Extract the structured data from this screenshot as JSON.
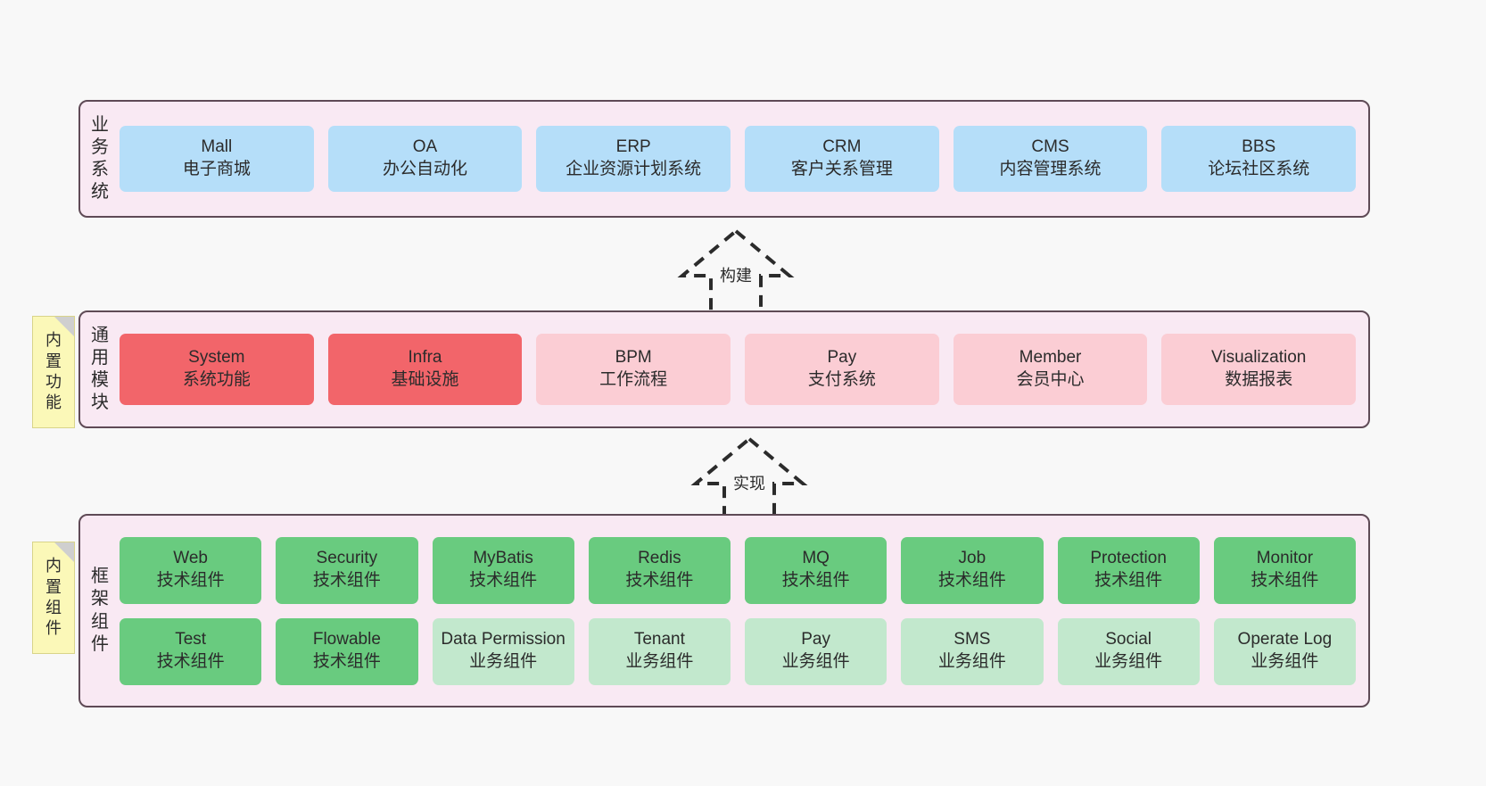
{
  "layers": [
    {
      "key": "business",
      "title_chars": [
        "业",
        "务",
        "系",
        "统"
      ],
      "rows": [
        [
          {
            "name": "Mall",
            "desc": "电子商城",
            "style": "blue"
          },
          {
            "name": "OA",
            "desc": "办公自动化",
            "style": "blue"
          },
          {
            "name": "ERP",
            "desc": "企业资源计划系统",
            "style": "blue"
          },
          {
            "name": "CRM",
            "desc": "客户关系管理",
            "style": "blue"
          },
          {
            "name": "CMS",
            "desc": "内容管理系统",
            "style": "blue"
          },
          {
            "name": "BBS",
            "desc": "论坛社区系统",
            "style": "blue"
          }
        ]
      ]
    },
    {
      "key": "common",
      "title_chars": [
        "通",
        "用",
        "模",
        "块"
      ],
      "rows": [
        [
          {
            "name": "System",
            "desc": "系统功能",
            "style": "red-strong"
          },
          {
            "name": "Infra",
            "desc": "基础设施",
            "style": "red-strong"
          },
          {
            "name": "BPM",
            "desc": "工作流程",
            "style": "red-light"
          },
          {
            "name": "Pay",
            "desc": "支付系统",
            "style": "red-light"
          },
          {
            "name": "Member",
            "desc": "会员中心",
            "style": "red-light"
          },
          {
            "name": "Visualization",
            "desc": "数据报表",
            "style": "red-light"
          }
        ]
      ]
    },
    {
      "key": "framework",
      "title_chars": [
        "框",
        "架",
        "组",
        "件"
      ],
      "rows": [
        [
          {
            "name": "Web",
            "desc": "技术组件",
            "style": "green-strong"
          },
          {
            "name": "Security",
            "desc": "技术组件",
            "style": "green-strong"
          },
          {
            "name": "MyBatis",
            "desc": "技术组件",
            "style": "green-strong"
          },
          {
            "name": "Redis",
            "desc": "技术组件",
            "style": "green-strong"
          },
          {
            "name": "MQ",
            "desc": "技术组件",
            "style": "green-strong"
          },
          {
            "name": "Job",
            "desc": "技术组件",
            "style": "green-strong"
          },
          {
            "name": "Protection",
            "desc": "技术组件",
            "style": "green-strong"
          },
          {
            "name": "Monitor",
            "desc": "技术组件",
            "style": "green-strong"
          }
        ],
        [
          {
            "name": "Test",
            "desc": "技术组件",
            "style": "green-strong"
          },
          {
            "name": "Flowable",
            "desc": "技术组件",
            "style": "green-strong"
          },
          {
            "name": "Data Permission",
            "desc": "业务组件",
            "style": "green-light"
          },
          {
            "name": "Tenant",
            "desc": "业务组件",
            "style": "green-light"
          },
          {
            "name": "Pay",
            "desc": "业务组件",
            "style": "green-light"
          },
          {
            "name": "SMS",
            "desc": "业务组件",
            "style": "green-light"
          },
          {
            "name": "Social",
            "desc": "业务组件",
            "style": "green-light"
          },
          {
            "name": "Operate Log",
            "desc": "业务组件",
            "style": "green-light"
          }
        ]
      ]
    }
  ],
  "notes": [
    {
      "key": "common",
      "chars": [
        "内",
        "置",
        "功",
        "能"
      ]
    },
    {
      "key": "framework",
      "chars": [
        "内",
        "置",
        "组",
        "件"
      ]
    }
  ],
  "arrows": [
    {
      "key": "build",
      "label": "构建"
    },
    {
      "key": "implement",
      "label": "实现"
    }
  ],
  "colors": {
    "background": "#f8f8f8",
    "panel_fill": "#f9e9f3",
    "panel_border": "#5f4a56",
    "blue": "#b5def9",
    "red_strong": "#f2656a",
    "red_light": "#fbcdd4",
    "green_strong": "#69cb7f",
    "green_light": "#c2e8cd",
    "note_fill": "#fbf8b8",
    "note_fold": "#cfcfcf",
    "arrow_stroke": "#2b2b2b"
  }
}
